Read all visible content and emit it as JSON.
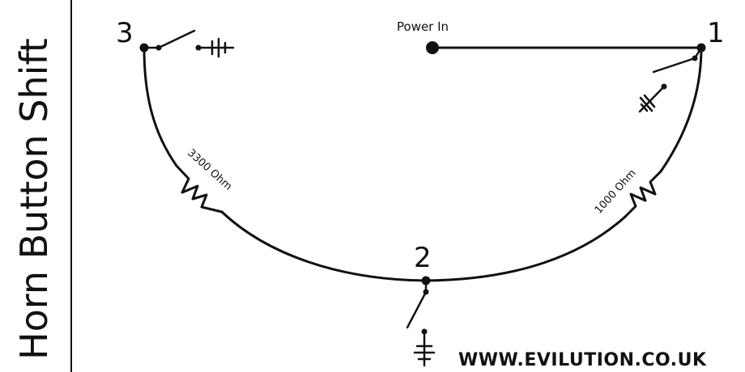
{
  "title": "Horn Button Shift",
  "power_label": "Power In",
  "nodes": {
    "n1": "1",
    "n2": "2",
    "n3": "3"
  },
  "resistors": {
    "left": "3300 Ohm",
    "right": "1000 Ohm"
  },
  "website": "WWW.EVILUTION.CO.UK"
}
